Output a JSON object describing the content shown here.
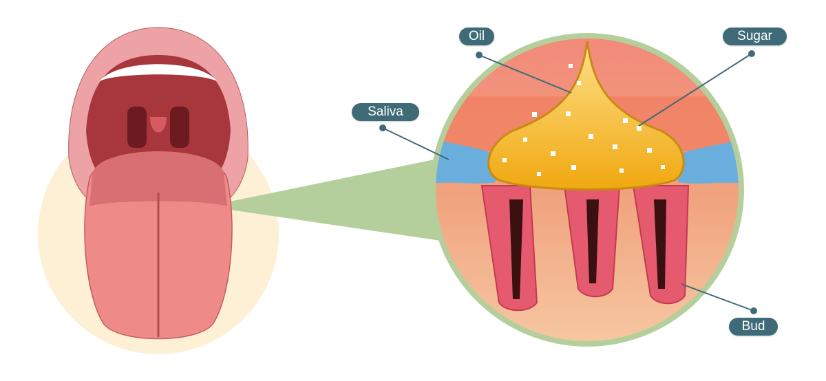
{
  "labels": {
    "oil": "Oil",
    "sugar": "Sugar",
    "saliva": "Saliva",
    "bud": "Bud"
  },
  "colors": {
    "label_bg": "#3f6b78",
    "leader_line": "#3f6b78",
    "zoom_ring": "#b5cf9c",
    "backdrop_circle": "#fdf0d5",
    "oil": "#f2b51e",
    "saliva": "#6aaede",
    "tissue": "#f08a78"
  }
}
